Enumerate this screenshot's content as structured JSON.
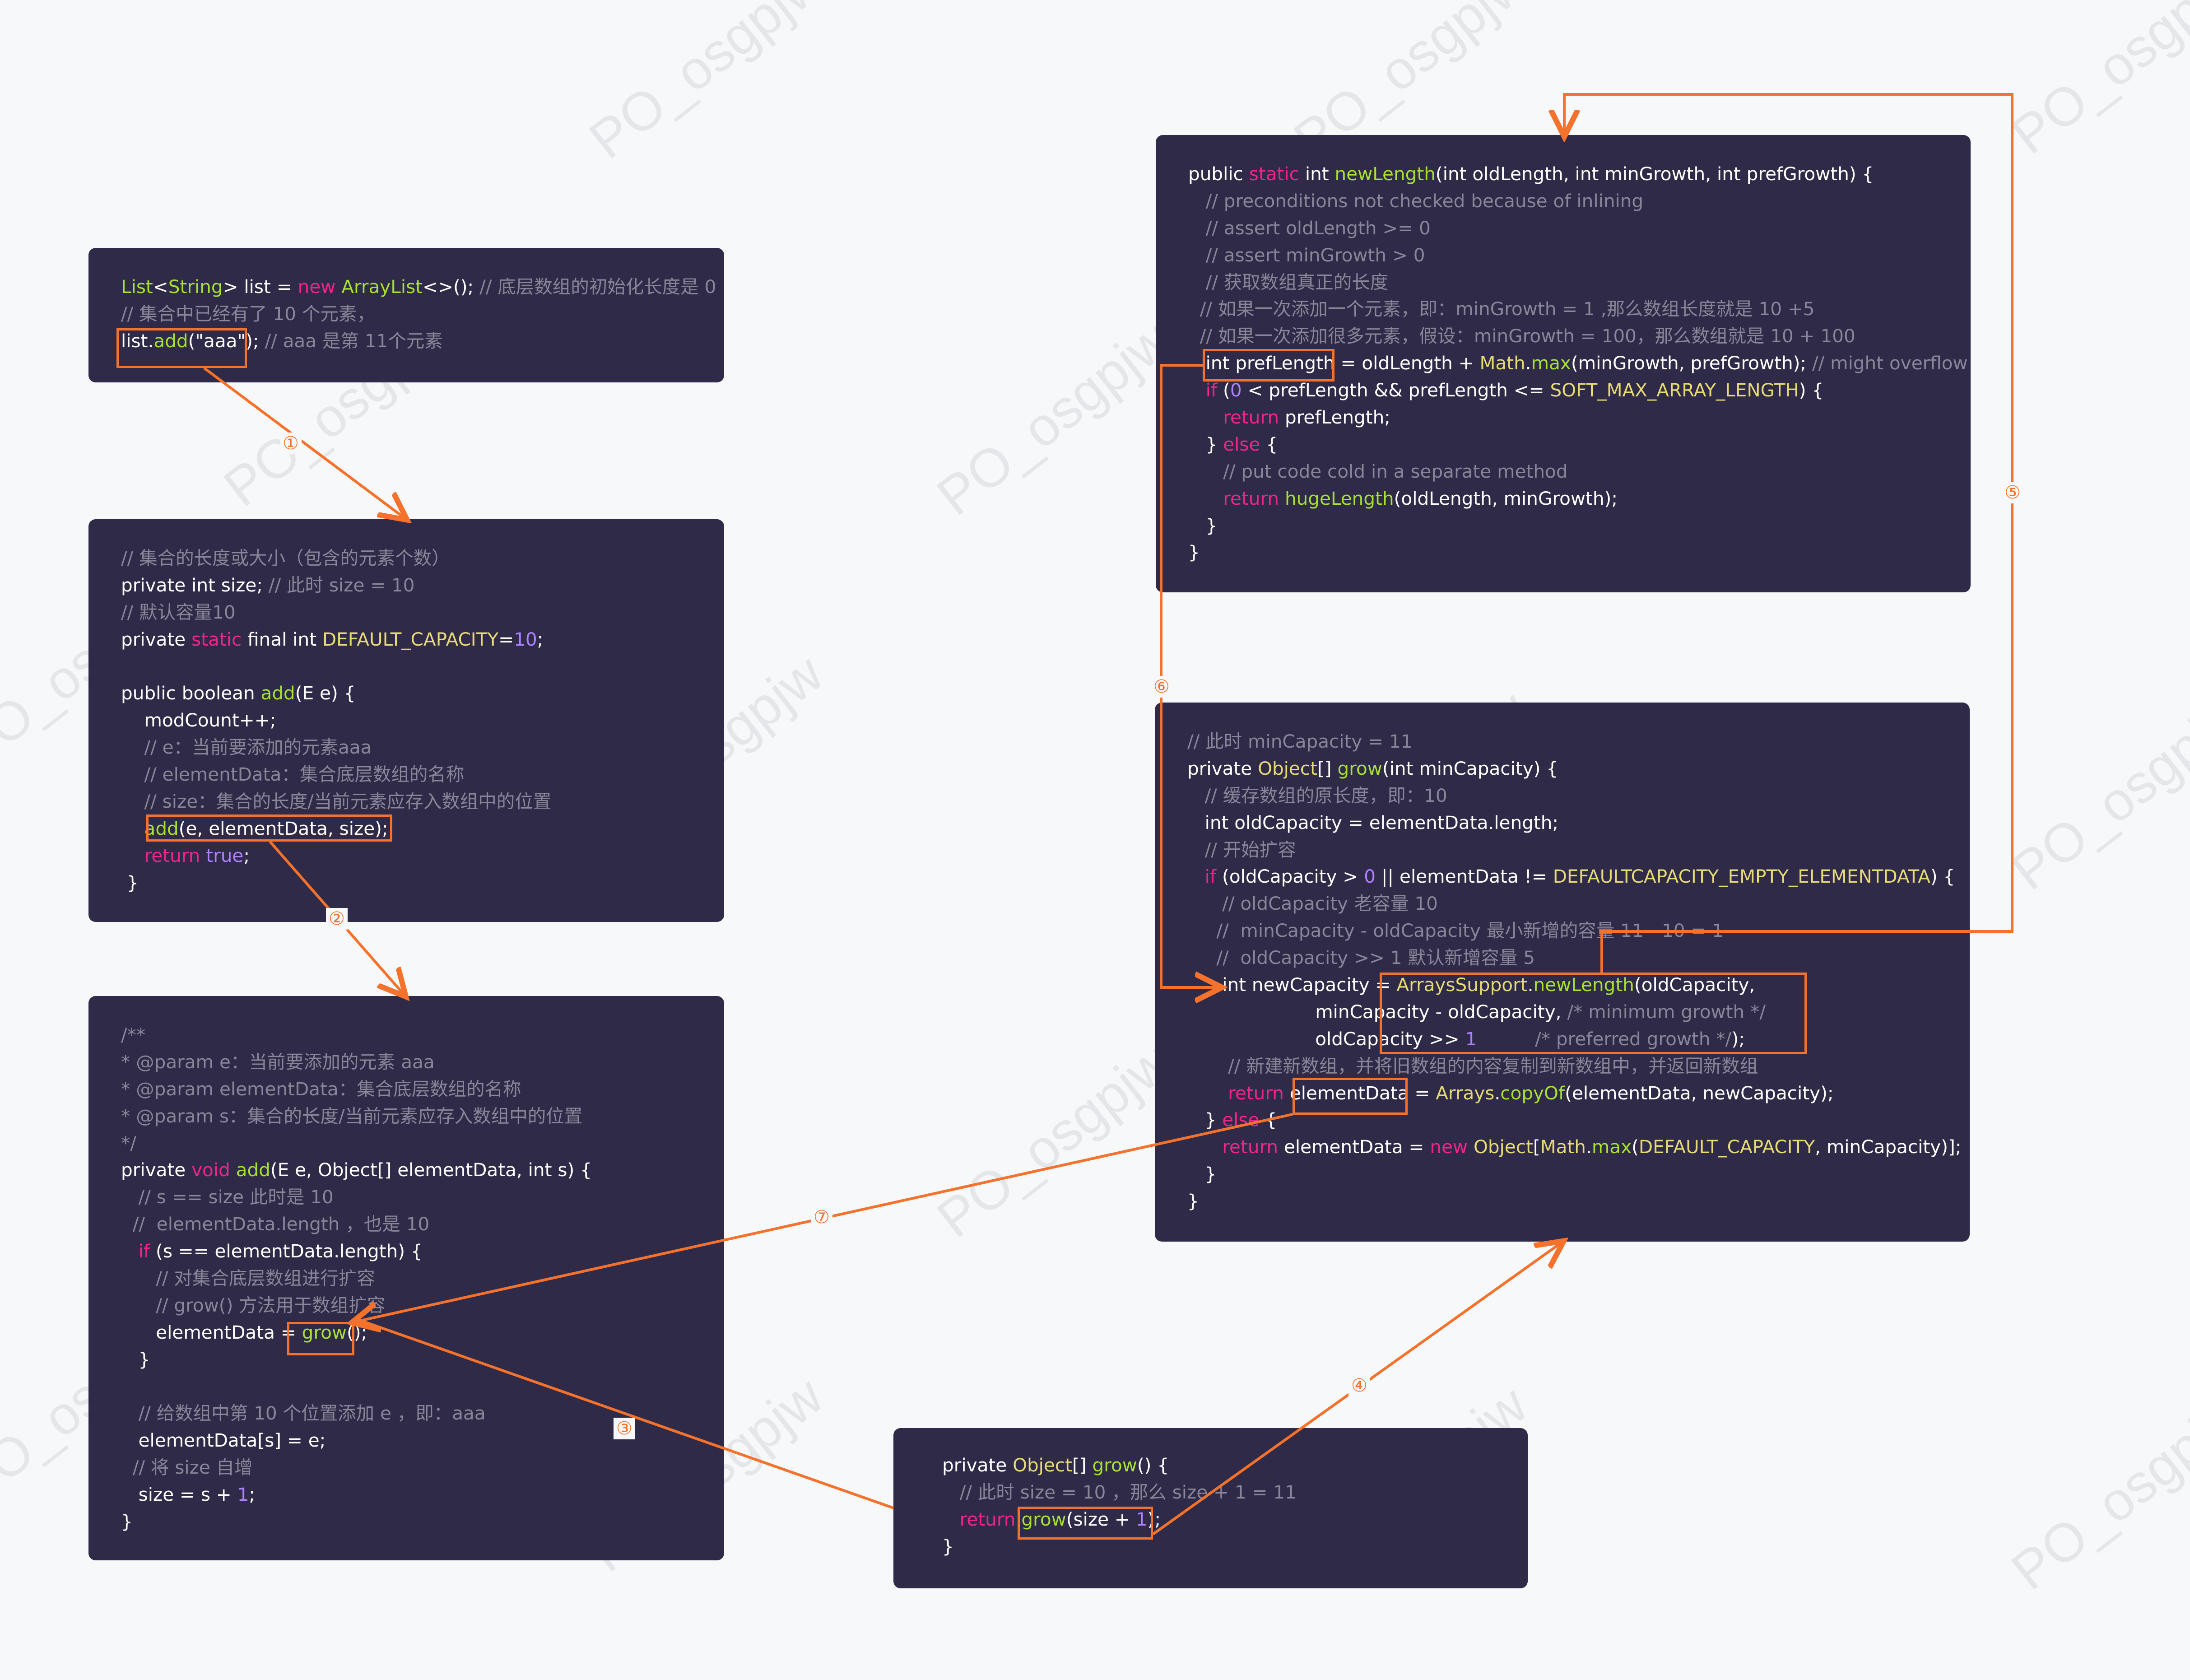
{
  "watermark": "PO_osgpjw",
  "step_labels": [
    "①",
    "②",
    "③",
    "④",
    "⑤",
    "⑥",
    "⑦"
  ],
  "colors": {
    "background": "#f7f8fa",
    "box": "#2e2a47",
    "highlight": "#f4722b",
    "comment": "#8a8599",
    "keyword": "#f0258a",
    "function": "#a7e22e",
    "constant": "#e6db74",
    "number": "#ae81ff"
  },
  "boxes": {
    "box_list": [
      [
        [
          "g",
          "List"
        ],
        [
          "w",
          "<"
        ],
        [
          "g",
          "String"
        ],
        [
          "w",
          "> list = "
        ],
        [
          "k",
          "new "
        ],
        [
          "g",
          "ArrayList"
        ],
        [
          "w",
          "<>(); "
        ],
        [
          "c",
          "// 底层数组的初始化长度是 0"
        ]
      ],
      [
        [
          "c",
          "// 集合中已经有了 10 个元素，"
        ]
      ],
      [
        [
          "w",
          "list."
        ],
        [
          "g",
          "add"
        ],
        [
          "w",
          "(\"aaa\"); "
        ],
        [
          "c",
          "// aaa 是第 11个元素"
        ]
      ]
    ],
    "box_add1": [
      [
        [
          "c",
          "// 集合的长度或大小（包含的元素个数）"
        ]
      ],
      [
        [
          "w",
          "private int size; "
        ],
        [
          "c",
          "// 此时 size = 10"
        ]
      ],
      [
        [
          "c",
          "// 默认容量10"
        ]
      ],
      [
        [
          "w",
          "private "
        ],
        [
          "k",
          "static "
        ],
        [
          "w",
          "final int "
        ],
        [
          "y",
          "DEFAULT_CAPACITY"
        ],
        [
          "w",
          "="
        ],
        [
          "p",
          "10"
        ],
        [
          "w",
          ";"
        ]
      ],
      [
        [
          "w",
          ""
        ]
      ],
      [
        [
          "w",
          "public boolean "
        ],
        [
          "g",
          "add"
        ],
        [
          "w",
          "(E e) {"
        ]
      ],
      [
        [
          "w",
          "    modCount++;"
        ]
      ],
      [
        [
          "c",
          "    // e：当前要添加的元素aaa"
        ]
      ],
      [
        [
          "c",
          "    // elementData：集合底层数组的名称"
        ]
      ],
      [
        [
          "c",
          "    // size：集合的长度/当前元素应存入数组中的位置"
        ]
      ],
      [
        [
          "w",
          "    "
        ],
        [
          "g",
          "add"
        ],
        [
          "w",
          "(e, elementData, size);"
        ]
      ],
      [
        [
          "k",
          "    return "
        ],
        [
          "p",
          "true"
        ],
        [
          "w",
          ";"
        ]
      ],
      [
        [
          "w",
          " }"
        ]
      ]
    ],
    "box_add2": [
      [
        [
          "c",
          "/**"
        ]
      ],
      [
        [
          "c",
          "* @param e：当前要添加的元素 aaa"
        ]
      ],
      [
        [
          "c",
          "* @param elementData：集合底层数组的名称"
        ]
      ],
      [
        [
          "c",
          "* @param s：集合的长度/当前元素应存入数组中的位置"
        ]
      ],
      [
        [
          "c",
          "*/"
        ]
      ],
      [
        [
          "w",
          "private "
        ],
        [
          "k",
          "void "
        ],
        [
          "g",
          "add"
        ],
        [
          "w",
          "(E e, Object[] elementData, int s) {"
        ]
      ],
      [
        [
          "c",
          "   // s == size 此时是 10"
        ]
      ],
      [
        [
          "c",
          "  //  elementData.length ，也是 10"
        ]
      ],
      [
        [
          "k",
          "   if "
        ],
        [
          "w",
          "(s == elementData.length) {"
        ]
      ],
      [
        [
          "c",
          "      // 对集合底层数组进行扩容"
        ]
      ],
      [
        [
          "c",
          "      // grow() 方法用于数组扩容"
        ]
      ],
      [
        [
          "w",
          "      elementData = "
        ],
        [
          "g",
          "grow"
        ],
        [
          "w",
          "();"
        ]
      ],
      [
        [
          "w",
          "   }"
        ]
      ],
      [
        [
          "w",
          ""
        ]
      ],
      [
        [
          "c",
          "   // 给数组中第 10 个位置添加 e ，即：aaa"
        ]
      ],
      [
        [
          "w",
          "   elementData[s] = e;"
        ]
      ],
      [
        [
          "c",
          "  // 将 size 自增"
        ]
      ],
      [
        [
          "w",
          "   size = s + "
        ],
        [
          "p",
          "1"
        ],
        [
          "w",
          ";"
        ]
      ],
      [
        [
          "w",
          "}"
        ]
      ]
    ],
    "box_grow0": [
      [
        [
          "w",
          "private "
        ],
        [
          "y",
          "Object"
        ],
        [
          "w",
          "[] "
        ],
        [
          "g",
          "grow"
        ],
        [
          "w",
          "() {"
        ]
      ],
      [
        [
          "c",
          "   // 此时 size = 10 ，那么 size + 1 = 11"
        ]
      ],
      [
        [
          "k",
          "   return "
        ],
        [
          "g",
          "grow"
        ],
        [
          "w",
          "(size + "
        ],
        [
          "p",
          "1"
        ],
        [
          "w",
          ");"
        ]
      ],
      [
        [
          "w",
          "}"
        ]
      ]
    ],
    "box_grow1": [
      [
        [
          "c",
          "// 此时 minCapacity = 11"
        ]
      ],
      [
        [
          "w",
          "private "
        ],
        [
          "y",
          "Object"
        ],
        [
          "w",
          "[] "
        ],
        [
          "g",
          "grow"
        ],
        [
          "w",
          "(int minCapacity) {"
        ]
      ],
      [
        [
          "c",
          "   // 缓存数组的原长度，即：10"
        ]
      ],
      [
        [
          "w",
          "   int oldCapacity = elementData.length;"
        ]
      ],
      [
        [
          "c",
          "   // 开始扩容"
        ]
      ],
      [
        [
          "k",
          "   if "
        ],
        [
          "w",
          "(oldCapacity > "
        ],
        [
          "p",
          "0"
        ],
        [
          "w",
          " || elementData != "
        ],
        [
          "y",
          "DEFAULTCAPACITY_EMPTY_ELEMENTDATA"
        ],
        [
          "w",
          ") {"
        ]
      ],
      [
        [
          "c",
          "      // oldCapacity 老容量 10"
        ]
      ],
      [
        [
          "c",
          "     //  minCapacity - oldCapacity 最小新增的容量 11 - 10 = 1"
        ]
      ],
      [
        [
          "c",
          "     //  oldCapacity >> 1 默认新增容量 5"
        ]
      ],
      [
        [
          "w",
          "      int newCapacity = "
        ],
        [
          "y",
          "ArraysSupport"
        ],
        [
          "w",
          "."
        ],
        [
          "g",
          "newLength"
        ],
        [
          "w",
          "(oldCapacity,"
        ]
      ],
      [
        [
          "w",
          "                      minCapacity - oldCapacity, "
        ],
        [
          "c",
          "/* minimum growth */"
        ]
      ],
      [
        [
          "w",
          "                      oldCapacity >> "
        ],
        [
          "p",
          "1"
        ],
        [
          "w",
          "          "
        ],
        [
          "c",
          "/* preferred growth */"
        ],
        [
          "w",
          ");"
        ]
      ],
      [
        [
          "c",
          "       // 新建新数组，并将旧数组的内容复制到新数组中，并返回新数组"
        ]
      ],
      [
        [
          "k",
          "       return "
        ],
        [
          "w",
          "elementData = "
        ],
        [
          "y",
          "Arrays"
        ],
        [
          "w",
          "."
        ],
        [
          "g",
          "copyOf"
        ],
        [
          "w",
          "(elementData, newCapacity);"
        ]
      ],
      [
        [
          "w",
          "   } "
        ],
        [
          "k",
          "else "
        ],
        [
          "w",
          "{"
        ]
      ],
      [
        [
          "k",
          "      return "
        ],
        [
          "w",
          "elementData = "
        ],
        [
          "k",
          "new "
        ],
        [
          "y",
          "Object"
        ],
        [
          "w",
          "["
        ],
        [
          "y",
          "Math"
        ],
        [
          "w",
          "."
        ],
        [
          "g",
          "max"
        ],
        [
          "w",
          "("
        ],
        [
          "y",
          "DEFAULT_CAPACITY"
        ],
        [
          "w",
          ", minCapacity)];"
        ]
      ],
      [
        [
          "w",
          "   }"
        ]
      ],
      [
        [
          "w",
          "}"
        ]
      ]
    ],
    "box_newlength": [
      [
        [
          "w",
          "public "
        ],
        [
          "k",
          "static "
        ],
        [
          "w",
          "int "
        ],
        [
          "g",
          "newLength"
        ],
        [
          "w",
          "(int oldLength, int minGrowth, int prefGrowth) {"
        ]
      ],
      [
        [
          "c",
          "   // preconditions not checked because of inlining"
        ]
      ],
      [
        [
          "c",
          "   // assert oldLength >= 0"
        ]
      ],
      [
        [
          "c",
          "   // assert minGrowth > 0"
        ]
      ],
      [
        [
          "c",
          "   // 获取数组真正的长度"
        ]
      ],
      [
        [
          "c",
          "  // 如果一次添加一个元素，即：minGrowth = 1 ,那么数组长度就是 10 +5"
        ]
      ],
      [
        [
          "c",
          "  // 如果一次添加很多元素，假设：minGrowth = 100，那么数组就是 10 + 100"
        ]
      ],
      [
        [
          "w",
          "   int prefLength = oldLength + "
        ],
        [
          "y",
          "Math"
        ],
        [
          "w",
          "."
        ],
        [
          "g",
          "max"
        ],
        [
          "w",
          "(minGrowth, prefGrowth); "
        ],
        [
          "c",
          "// might overflow"
        ]
      ],
      [
        [
          "k",
          "   if "
        ],
        [
          "w",
          "("
        ],
        [
          "p",
          "0"
        ],
        [
          "w",
          " < prefLength && prefLength <= "
        ],
        [
          "y",
          "SOFT_MAX_ARRAY_LENGTH"
        ],
        [
          "w",
          ") {"
        ]
      ],
      [
        [
          "k",
          "      return "
        ],
        [
          "w",
          "prefLength;"
        ]
      ],
      [
        [
          "w",
          "   } "
        ],
        [
          "k",
          "else "
        ],
        [
          "w",
          "{"
        ]
      ],
      [
        [
          "c",
          "      // put code cold in a separate method"
        ]
      ],
      [
        [
          "k",
          "      return "
        ],
        [
          "g",
          "hugeLength"
        ],
        [
          "w",
          "(oldLength, minGrowth);"
        ]
      ],
      [
        [
          "w",
          "   }"
        ]
      ],
      [
        [
          "w",
          "}"
        ]
      ]
    ]
  }
}
